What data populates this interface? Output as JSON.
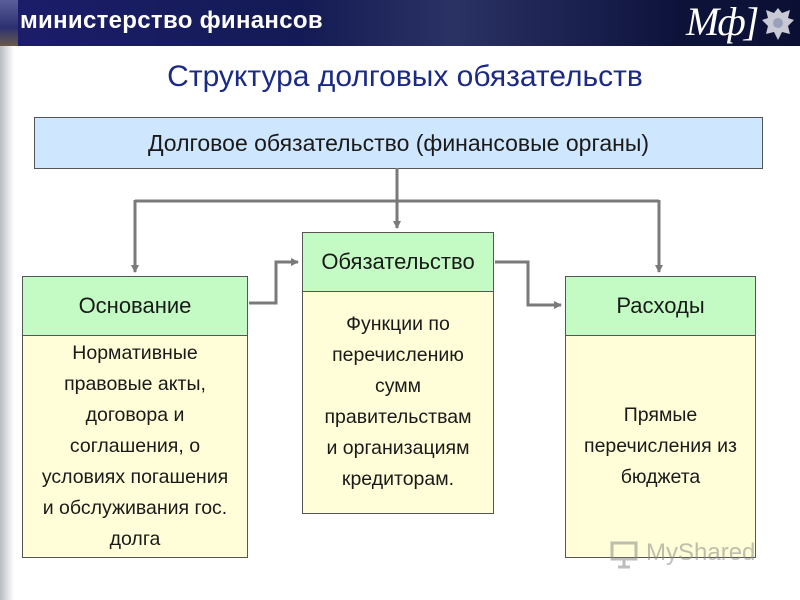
{
  "header": {
    "title": "министерство финансов",
    "logo_text": "Мф]"
  },
  "slide": {
    "title": "Структура долговых обязательств",
    "top_box": "Долговое обязательство (финансовые органы)",
    "left": {
      "heading": "Основание",
      "body": "Нормативные\nправовые акты,\nдоговора и\nсоглашения, о\nусловиях погашения\nи обслуживания гос.\nдолга"
    },
    "middle": {
      "heading": "Обязательство",
      "body": "Функции по\nперечислению\nсумм\nправительствам\nи организациям\nкредиторам."
    },
    "right": {
      "heading": "Расходы",
      "body": "Прямые\nперечисления из\nбюджета"
    }
  },
  "watermark": "MyShared",
  "colors": {
    "header_bg": "#121a50",
    "title": "#1a2a86",
    "top_box": "#cfe6ff",
    "card_head": "#c4fbc4",
    "card_body": "#fffed8",
    "arrow": "#7a7a7a"
  }
}
